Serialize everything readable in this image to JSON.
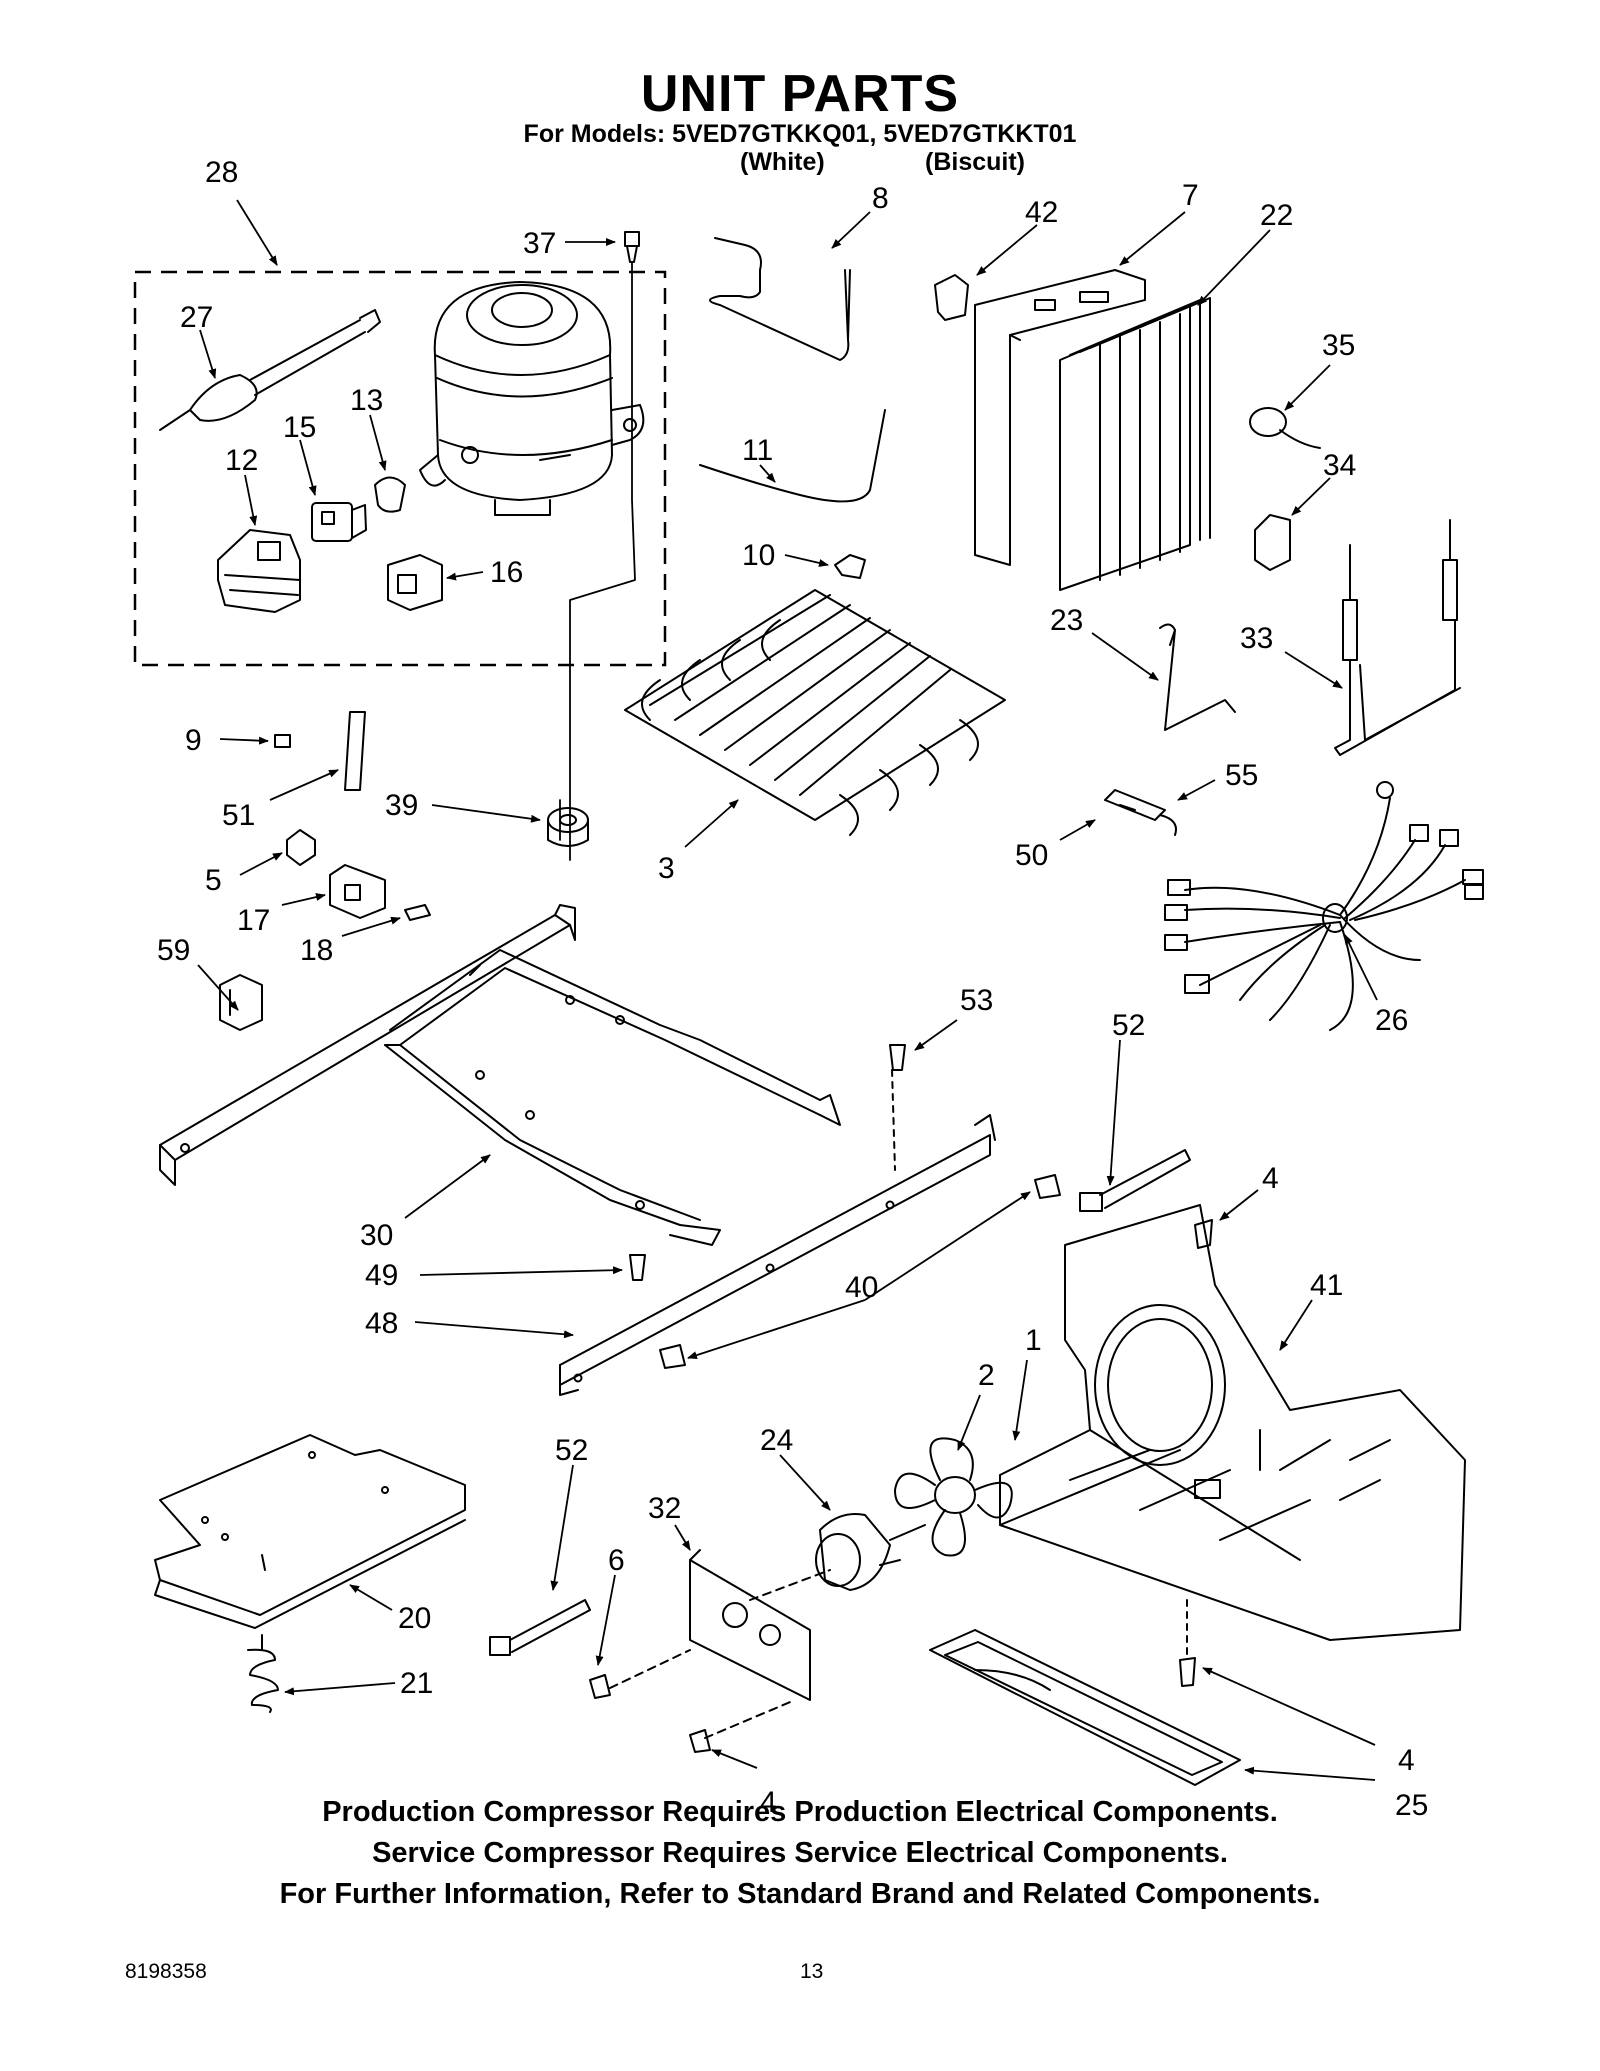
{
  "header": {
    "title": "UNIT PARTS",
    "subtitle": "For Models: 5VED7GTKKQ01, 5VED7GTKKT01",
    "variant_1": "(White)",
    "variant_2": "(Biscuit)"
  },
  "callouts": [
    {
      "id": "c28",
      "label": "28"
    },
    {
      "id": "c37",
      "label": "37"
    },
    {
      "id": "c8",
      "label": "8"
    },
    {
      "id": "c42",
      "label": "42"
    },
    {
      "id": "c7",
      "label": "7"
    },
    {
      "id": "c22",
      "label": "22"
    },
    {
      "id": "c27",
      "label": "27"
    },
    {
      "id": "c15",
      "label": "15"
    },
    {
      "id": "c13",
      "label": "13"
    },
    {
      "id": "c12",
      "label": "12"
    },
    {
      "id": "c16",
      "label": "16"
    },
    {
      "id": "c11",
      "label": "11"
    },
    {
      "id": "c35",
      "label": "35"
    },
    {
      "id": "c34",
      "label": "34"
    },
    {
      "id": "c10",
      "label": "10"
    },
    {
      "id": "c23",
      "label": "23"
    },
    {
      "id": "c33",
      "label": "33"
    },
    {
      "id": "c9",
      "label": "9"
    },
    {
      "id": "c51",
      "label": "51"
    },
    {
      "id": "c39",
      "label": "39"
    },
    {
      "id": "c3",
      "label": "3"
    },
    {
      "id": "c55",
      "label": "55"
    },
    {
      "id": "c50",
      "label": "50"
    },
    {
      "id": "c5",
      "label": "5"
    },
    {
      "id": "c17",
      "label": "17"
    },
    {
      "id": "c18",
      "label": "18"
    },
    {
      "id": "c59",
      "label": "59"
    },
    {
      "id": "c26",
      "label": "26"
    },
    {
      "id": "c53",
      "label": "53"
    },
    {
      "id": "c52a",
      "label": "52"
    },
    {
      "id": "c4a",
      "label": "4"
    },
    {
      "id": "c30",
      "label": "30"
    },
    {
      "id": "c41",
      "label": "41"
    },
    {
      "id": "c49",
      "label": "49"
    },
    {
      "id": "c40",
      "label": "40"
    },
    {
      "id": "c48",
      "label": "48"
    },
    {
      "id": "c2",
      "label": "2"
    },
    {
      "id": "c1",
      "label": "1"
    },
    {
      "id": "c52b",
      "label": "52"
    },
    {
      "id": "c24",
      "label": "24"
    },
    {
      "id": "c32",
      "label": "32"
    },
    {
      "id": "c6",
      "label": "6"
    },
    {
      "id": "c20",
      "label": "20"
    },
    {
      "id": "c21",
      "label": "21"
    },
    {
      "id": "c4b",
      "label": "4"
    },
    {
      "id": "c4c",
      "label": "4"
    },
    {
      "id": "c25",
      "label": "25"
    }
  ],
  "footer": {
    "note_1": "Production Compressor Requires Production Electrical Components.",
    "note_2": "Service Compressor Requires Service Electrical Components.",
    "note_3": "For Further Information, Refer to Standard Brand and Related Components.",
    "document_number": "8198358",
    "page_number": "13"
  }
}
